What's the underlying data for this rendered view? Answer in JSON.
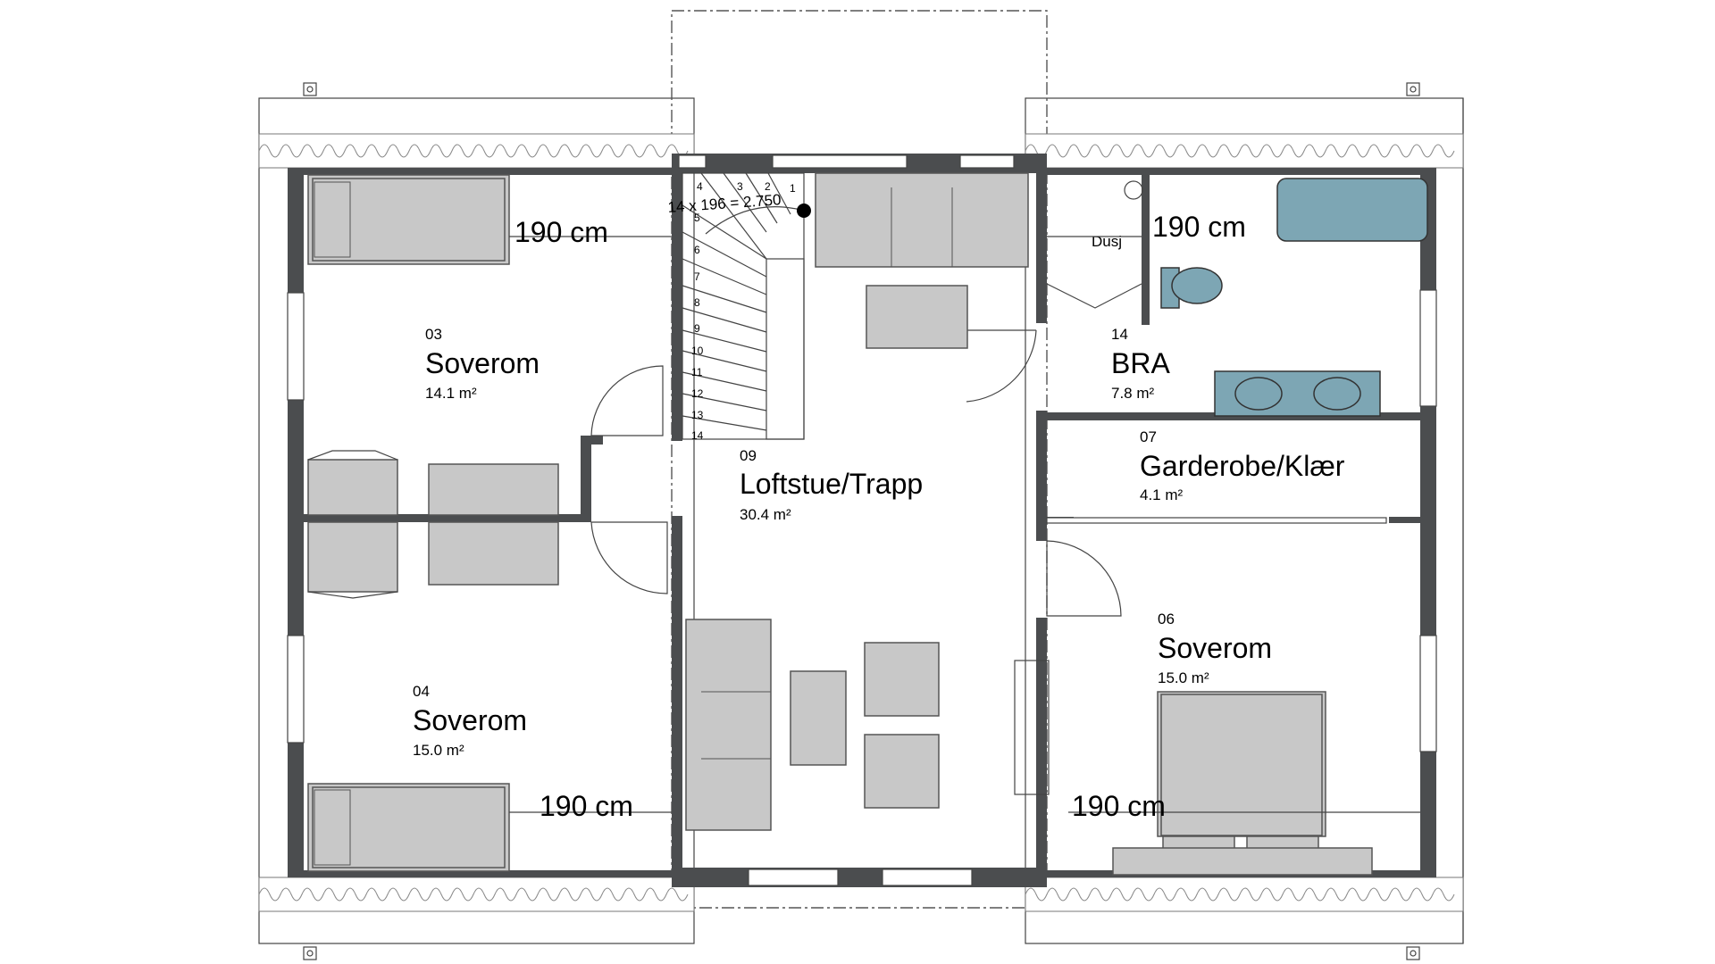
{
  "rooms": {
    "r03": {
      "num": "03",
      "name": "Soverom",
      "area": "14.1 m²"
    },
    "r04": {
      "num": "04",
      "name": "Soverom",
      "area": "15.0 m²"
    },
    "r09": {
      "num": "09",
      "name": "Loftstue/Trapp",
      "area": "30.4 m²"
    },
    "r14": {
      "num": "14",
      "name": "BRA",
      "area": "7.8 m²"
    },
    "r07": {
      "num": "07",
      "name": "Garderobe/Klær",
      "area": "4.1 m²"
    },
    "r06": {
      "num": "06",
      "name": "Soverom",
      "area": "15.0 m²"
    }
  },
  "dimensions": {
    "d1": "190 cm",
    "d2": "190 cm",
    "d3": "190 cm",
    "d4": "190 cm"
  },
  "labels": {
    "shower": "Dusj",
    "stair_formula": "14 x 196 = 2.750"
  },
  "stair_steps": [
    "1",
    "2",
    "3",
    "4",
    "5",
    "6",
    "7",
    "8",
    "9",
    "10",
    "11",
    "12",
    "13",
    "14"
  ],
  "colors": {
    "wall": "#4b4d4f",
    "furniture": "#c8c8c8",
    "sanitary": "#7da6b4"
  }
}
